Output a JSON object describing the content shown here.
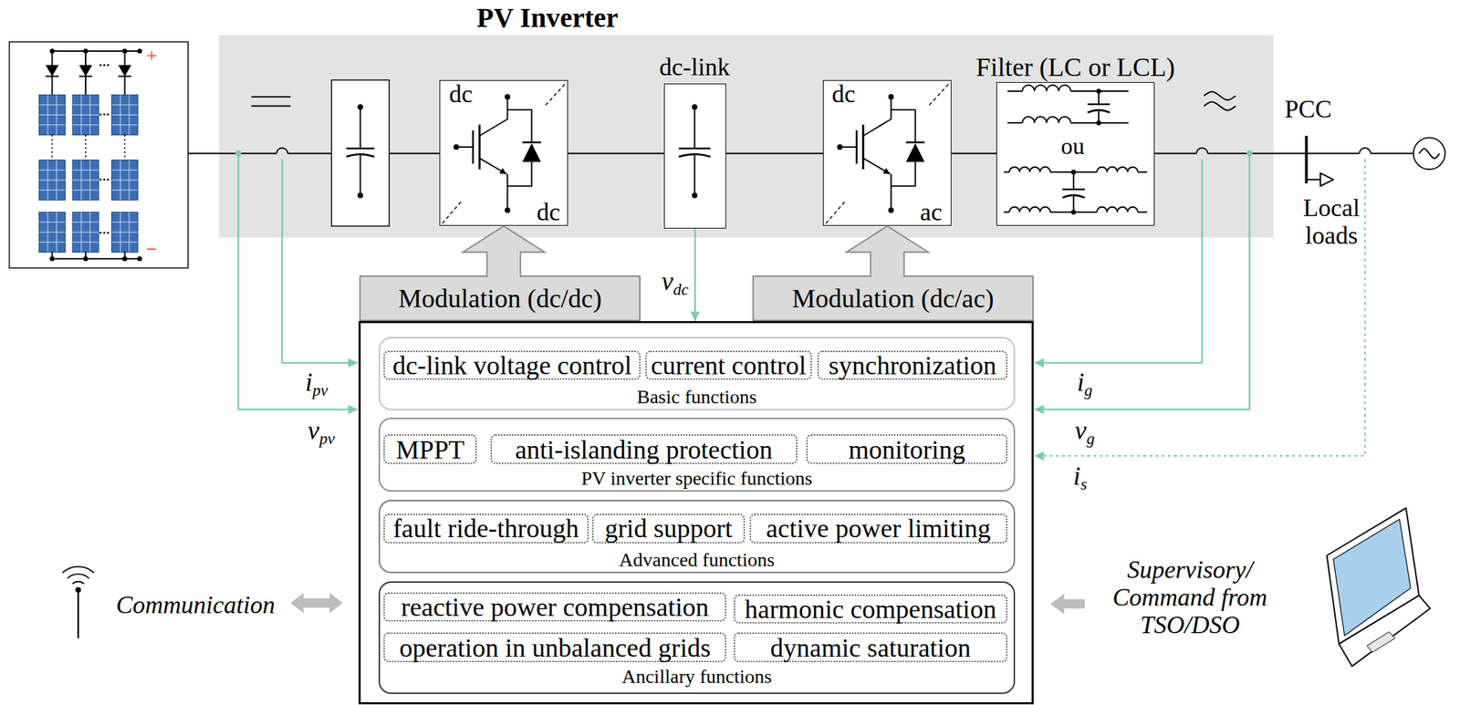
{
  "diagram": {
    "nodes": [
      {
        "text": [
          "PV Inverter"
        ]
      },
      {
        "text": [
          "dc",
          "dc"
        ],
        "in": 0
      },
      {
        "text": [
          "dc-link"
        ],
        "in": 0
      },
      {
        "text": [
          "dc",
          "ac"
        ],
        "in": 0
      },
      {
        "text": [
          "Filter (LC or LCL)",
          "ou"
        ],
        "in": 0
      },
      {
        "text": [
          "Modulation (dc/dc)"
        ]
      },
      {
        "text": [
          "Modulation (dc/ac)"
        ]
      },
      {
        "text": []
      },
      {
        "text": [
          "Basic functions"
        ],
        "in": 7
      },
      {
        "text": [
          "dc-link voltage control"
        ],
        "in": 8
      },
      {
        "text": [
          "current control"
        ],
        "in": 8
      },
      {
        "text": [
          "synchronization"
        ],
        "in": 8
      },
      {
        "text": [
          "PV inverter specific functions"
        ],
        "in": 7
      },
      {
        "text": [
          "MPPT"
        ],
        "in": 12
      },
      {
        "text": [
          "anti-islanding protection"
        ],
        "in": 12
      },
      {
        "text": [
          "monitoring"
        ],
        "in": 12
      },
      {
        "text": [
          "Advanced functions"
        ],
        "in": 7
      },
      {
        "text": [
          "fault ride-through"
        ],
        "in": 16
      },
      {
        "text": [
          "grid support"
        ],
        "in": 16
      },
      {
        "text": [
          "active power limiting"
        ],
        "in": 16
      },
      {
        "text": [
          "Ancillary functions"
        ],
        "in": 7
      },
      {
        "text": [
          "reactive power compensation"
        ],
        "in": 20
      },
      {
        "text": [
          "harmonic compensation"
        ],
        "in": 20
      },
      {
        "text": [
          "operation in unbalanced grids"
        ],
        "in": 20
      },
      {
        "text": [
          "dynamic saturation"
        ],
        "in": 20
      }
    ],
    "edges": [
      {
        "from": 5,
        "to": 1,
        "arrow": "to"
      },
      {
        "from": 6,
        "to": 3,
        "arrow": "to"
      },
      {
        "from": 2,
        "to": 7,
        "arrow": "to",
        "label": "vdc"
      },
      {
        "from": 1,
        "to": 2,
        "arrow": "none"
      },
      {
        "from": 2,
        "to": 3,
        "arrow": "none"
      },
      {
        "from": 3,
        "to": 4,
        "arrow": "none"
      }
    ],
    "labels": [
      "+",
      "−",
      "ipv",
      "vpv",
      "ig",
      "vg",
      "is",
      "PCC",
      "Local loads",
      "Communication",
      "Supervisory/ Command from TSO/DSO"
    ]
  }
}
